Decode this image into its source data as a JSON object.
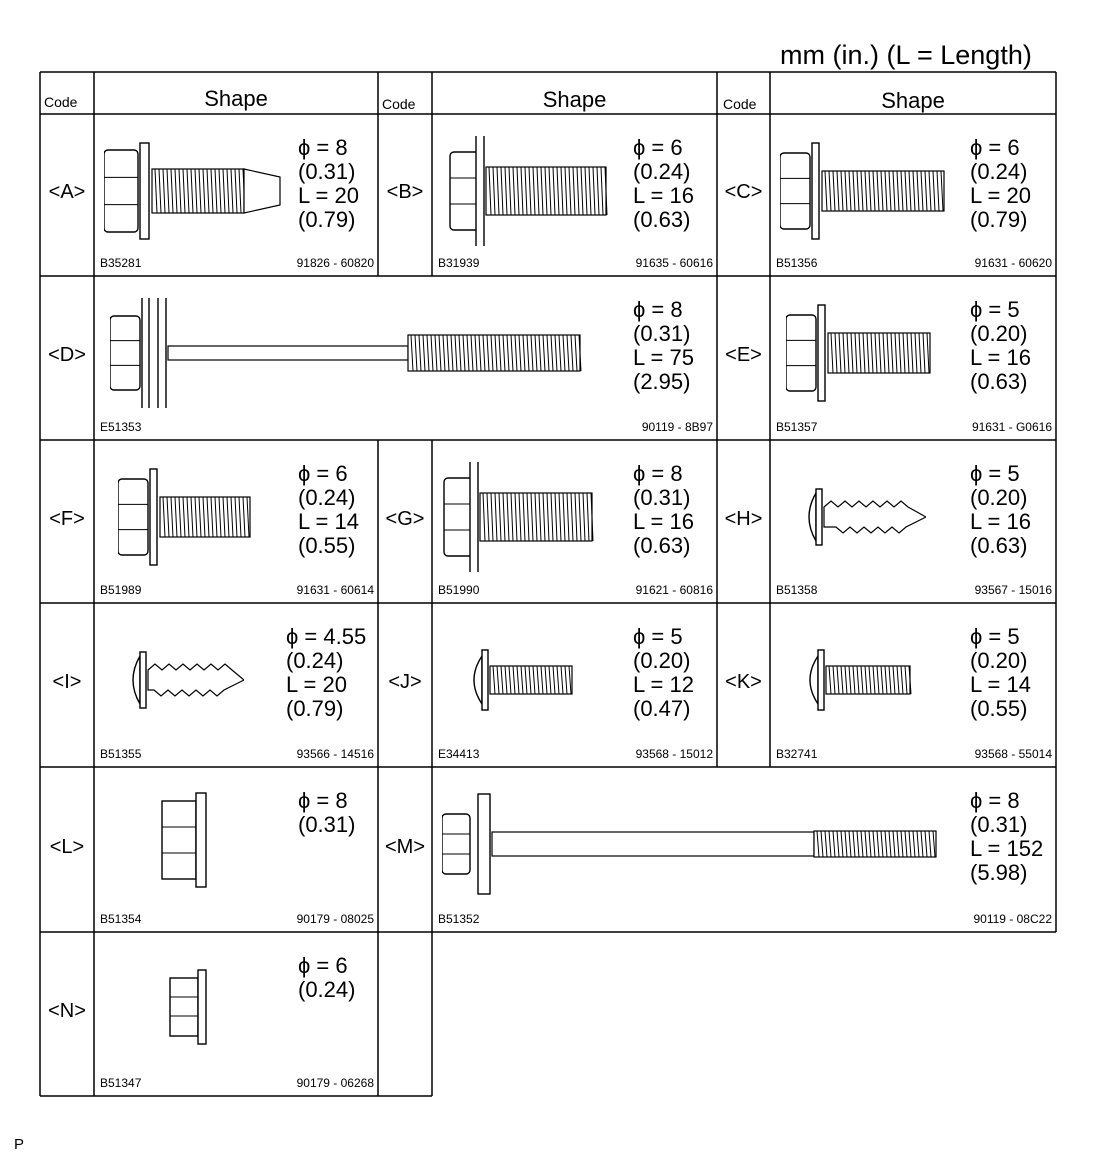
{
  "units_note": "mm (in.) (L = Length)",
  "headers": {
    "code": "Code",
    "shape": "Shape"
  },
  "footer_mark": "P",
  "bolts": [
    {
      "code": "<A>",
      "dia": "ϕ = 8",
      "dia_in": "(0.31)",
      "len": "L = 20",
      "len_in": "(0.79)",
      "ref": "B35281",
      "part": "91826 - 60820",
      "icon": "flange-bolt-tapered-icon"
    },
    {
      "code": "<B>",
      "dia": "ϕ = 6",
      "dia_in": "(0.24)",
      "len": "L = 16",
      "len_in": "(0.63)",
      "ref": "B31939",
      "part": "91635 - 60616",
      "icon": "flange-bolt-icon"
    },
    {
      "code": "<C>",
      "dia": "ϕ = 6",
      "dia_in": "(0.24)",
      "len": "L = 20",
      "len_in": "(0.79)",
      "ref": "B51356",
      "part": "91631 - 60620",
      "icon": "washer-bolt-icon"
    },
    {
      "code": "<D>",
      "dia": "ϕ = 8",
      "dia_in": "(0.31)",
      "len": "L = 75",
      "len_in": "(2.95)",
      "ref": "E51353",
      "part": "90119 - 8B97",
      "icon": "long-stud-bolt-icon"
    },
    {
      "code": "<E>",
      "dia": "ϕ = 5",
      "dia_in": "(0.20)",
      "len": "L = 16",
      "len_in": "(0.63)",
      "ref": "B51357",
      "part": "91631 - G0616",
      "icon": "washer-bolt-icon"
    },
    {
      "code": "<F>",
      "dia": "ϕ = 6",
      "dia_in": "(0.24)",
      "len": "L = 14",
      "len_in": "(0.55)",
      "ref": "B51989",
      "part": "91631 - 60614",
      "icon": "washer-bolt-icon"
    },
    {
      "code": "<G>",
      "dia": "ϕ = 8",
      "dia_in": "(0.31)",
      "len": "L = 16",
      "len_in": "(0.63)",
      "ref": "B51990",
      "part": "91621 - 60816",
      "icon": "flange-bolt-icon"
    },
    {
      "code": "<H>",
      "dia": "ϕ = 5",
      "dia_in": "(0.20)",
      "len": "L = 16",
      "len_in": "(0.63)",
      "ref": "B51358",
      "part": "93567 - 15016",
      "icon": "tapping-screw-icon"
    },
    {
      "code": "<I>",
      "dia": "ϕ = 4.55",
      "dia_in": "(0.24)",
      "len": "L = 20",
      "len_in": "(0.79)",
      "ref": "B51355",
      "part": "93566 - 14516",
      "icon": "tapping-screw-icon"
    },
    {
      "code": "<J>",
      "dia": "ϕ = 5",
      "dia_in": "(0.20)",
      "len": "L = 12",
      "len_in": "(0.47)",
      "ref": "E34413",
      "part": "93568 - 15012",
      "icon": "pan-screw-icon"
    },
    {
      "code": "<K>",
      "dia": "ϕ = 5",
      "dia_in": "(0.20)",
      "len": "L = 14",
      "len_in": "(0.55)",
      "ref": "B32741",
      "part": "93568 - 55014",
      "icon": "pan-screw-icon"
    },
    {
      "code": "<L>",
      "dia": "ϕ = 8",
      "dia_in": "(0.31)",
      "len": "",
      "len_in": "",
      "ref": "B51354",
      "part": "90179 - 08025",
      "icon": "flange-nut-icon"
    },
    {
      "code": "<M>",
      "dia": "ϕ = 8",
      "dia_in": "(0.31)",
      "len": "L = 152",
      "len_in": "(5.98)",
      "ref": "B51352",
      "part": "90119 - 08C22",
      "icon": "extra-long-bolt-icon"
    },
    {
      "code": "<N>",
      "dia": "ϕ = 6",
      "dia_in": "(0.24)",
      "len": "",
      "len_in": "",
      "ref": "B51347",
      "part": "90179 - 06268",
      "icon": "flange-nut-icon"
    }
  ]
}
